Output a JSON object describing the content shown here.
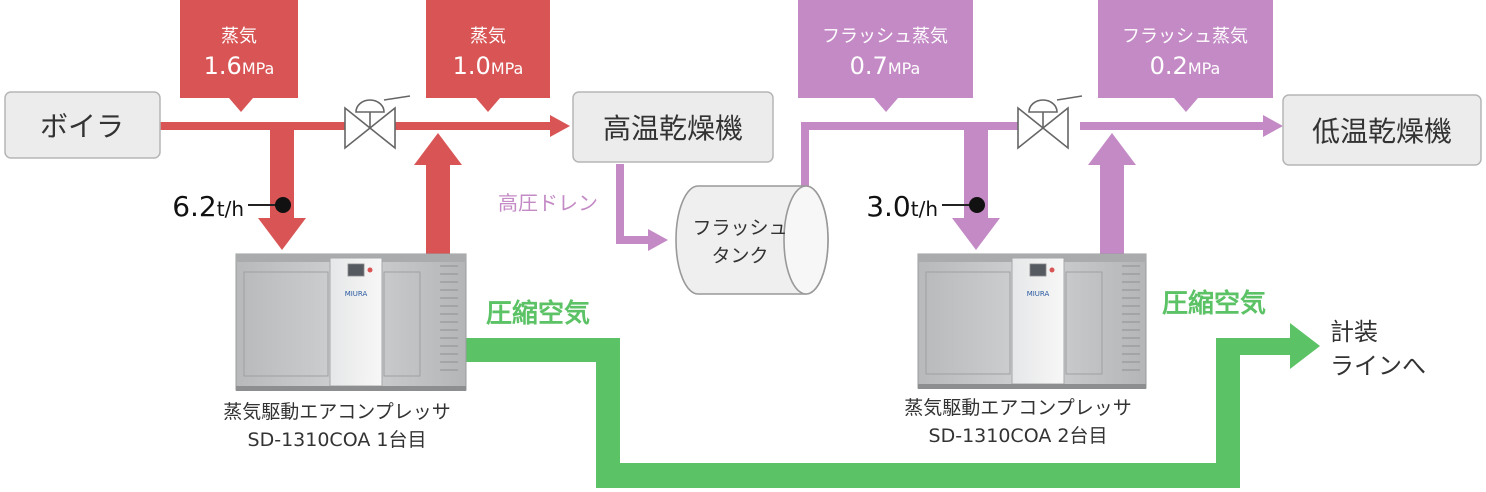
{
  "colors": {
    "steam": "#d95555",
    "flash": "#c48ac6",
    "air": "#5cc266",
    "box_bg": "#ececec",
    "box_border": "#b5b5b5",
    "text": "#333333",
    "machine": "#c9cbcc"
  },
  "nodes": {
    "boiler": "ボイラ",
    "high_dryer": "高温乾燥機",
    "low_dryer": "低温乾燥機",
    "tank_line1": "フラッシュ",
    "tank_line2": "タンク"
  },
  "tags": {
    "steam1": {
      "name": "蒸気",
      "value": "1.6",
      "unit": "MPa"
    },
    "steam2": {
      "name": "蒸気",
      "value": "1.0",
      "unit": "MPa"
    },
    "flash1": {
      "name": "フラッシュ蒸気",
      "value": "0.7",
      "unit": "MPa"
    },
    "flash2": {
      "name": "フラッシュ蒸気",
      "value": "0.2",
      "unit": "MPa"
    }
  },
  "flows": {
    "flow1": {
      "value": "6.2",
      "unit": "t/h"
    },
    "flow2": {
      "value": "3.0",
      "unit": "t/h"
    }
  },
  "labels": {
    "drain": "高圧ドレン",
    "air1": "圧縮空気",
    "air2": "圧縮空気",
    "instrument_line1": "計装",
    "instrument_line2": "ラインへ",
    "brand": "MIURA"
  },
  "compressors": [
    {
      "line1": "蒸気駆動エアコンプレッサ",
      "line2": "SD-1310COA 1台目"
    },
    {
      "line1": "蒸気駆動エアコンプレッサ",
      "line2": "SD-1310COA 2台目"
    }
  ]
}
